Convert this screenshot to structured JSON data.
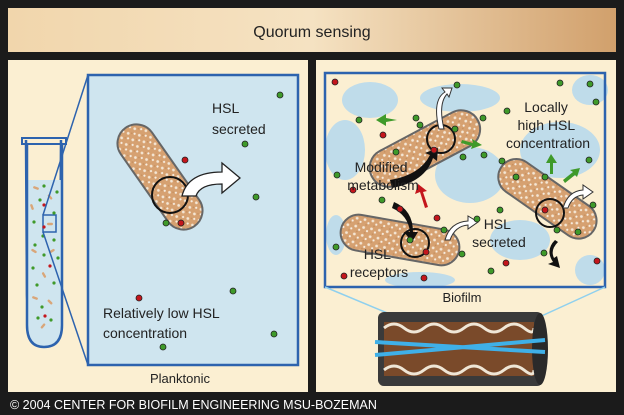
{
  "title": "Quorum sensing",
  "left_panel": {
    "label": "Planktonic",
    "hsl_secreted": [
      "HSL",
      "secreted"
    ],
    "low_concentration": [
      "Relatively low HSL",
      "concentration"
    ]
  },
  "right_panel": {
    "label": "Biofilm",
    "locally_high": [
      "Locally",
      "high HSL",
      "concentration"
    ],
    "modified_metabolism": [
      "Modified",
      "metabolism"
    ],
    "hsl_secreted": [
      "HSL",
      "secreted"
    ],
    "hsl_receptors": [
      "HSL",
      "receptors"
    ]
  },
  "footer": "© 2004 CENTER FOR BIOFILM ENGINEERING MSU-BOZEMAN",
  "colors": {
    "background": "#1b1b1b",
    "panel": "#fbefd2",
    "water": "#cfe5ef",
    "frame": "#2d63ae",
    "hsl_green": "#3f9a2a",
    "receptor_red": "#c4161c",
    "bacterium": "#d9a679"
  }
}
